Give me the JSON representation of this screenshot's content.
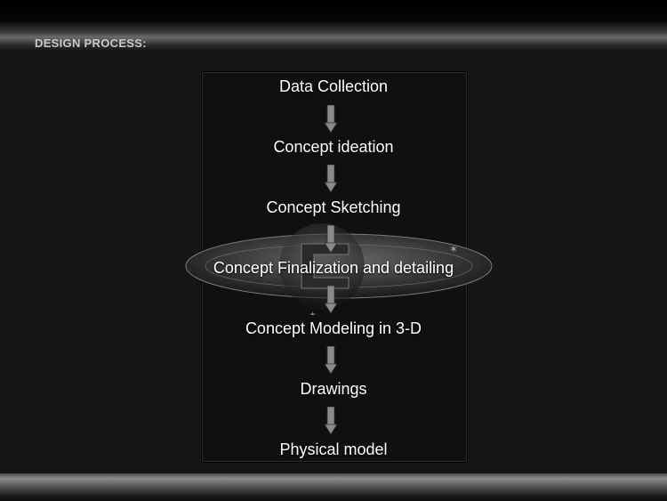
{
  "slide": {
    "title": "DESIGN PROCESS:"
  },
  "flowchart": {
    "steps": [
      "Data Collection",
      "Concept ideation",
      "Concept Sketching",
      "Concept Finalization and detailing",
      "Concept Modeling in 3-D",
      "Drawings",
      "Physical model"
    ]
  },
  "colors": {
    "background": "#161616",
    "text": "#ffffff",
    "title": "#c9c9c9",
    "arrow": "#8a8a8a"
  },
  "icons": {
    "arrow": "down-arrow-icon",
    "watermark": "ringed-planet-logo"
  }
}
